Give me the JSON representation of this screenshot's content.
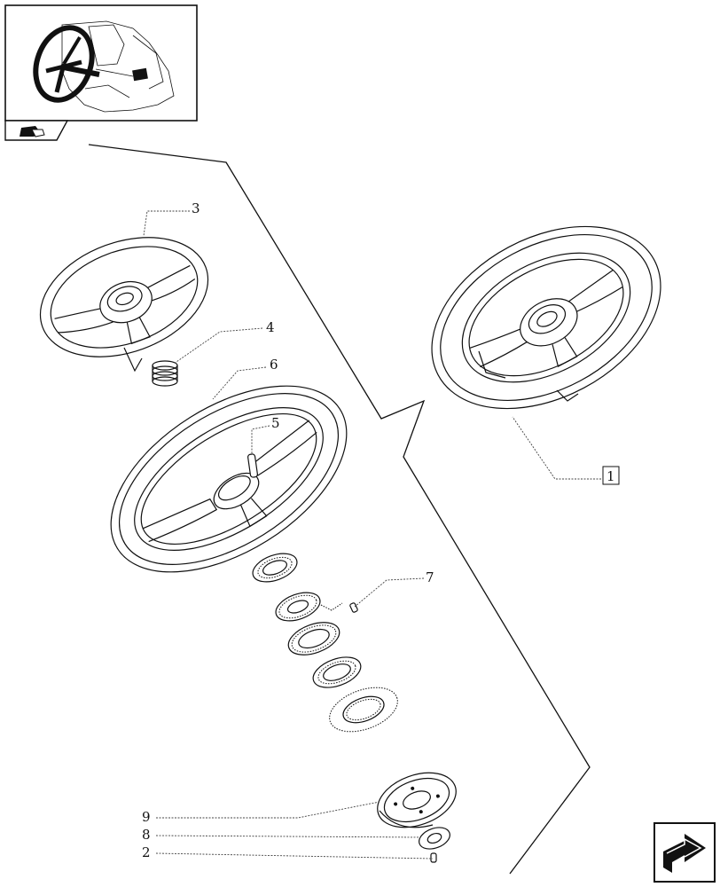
{
  "callouts": {
    "c1": "1",
    "c2": "2",
    "c3": "3",
    "c4": "4",
    "c5": "5",
    "c6": "6",
    "c7": "7",
    "c8": "8",
    "c9": "9"
  },
  "icons": {
    "thumbnail": "tractor-cab-steering-wheel-thumbnail",
    "section_tab": "section-tab-icon",
    "nav": "next-page-arrow-icon"
  }
}
